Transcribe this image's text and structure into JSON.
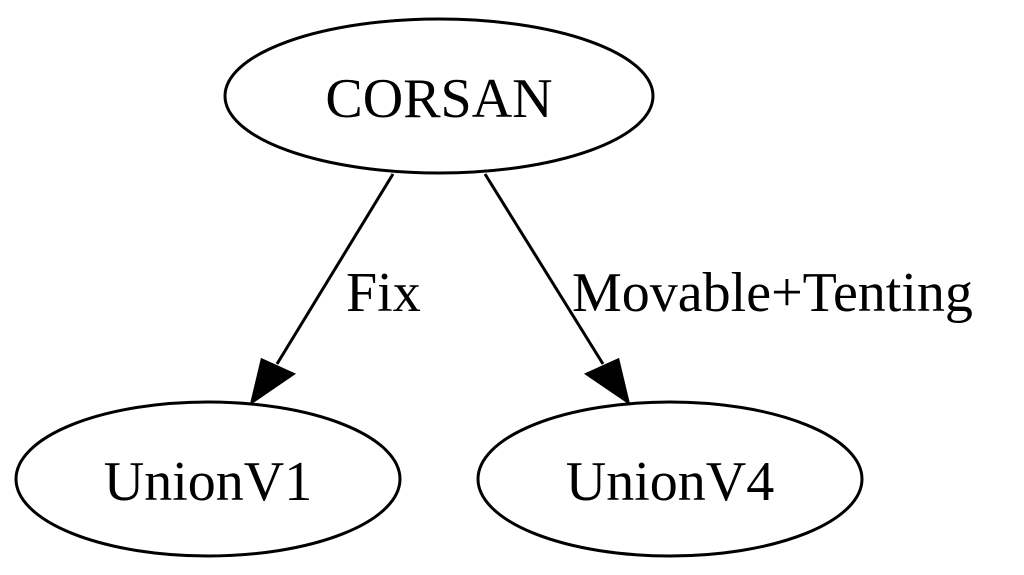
{
  "nodes": {
    "corsan": {
      "label": "CORSAN"
    },
    "union_v1": {
      "label": "UnionV1"
    },
    "union_v4": {
      "label": "UnionV4"
    }
  },
  "edges": {
    "corsan_to_union_v1": {
      "from": "CORSAN",
      "to": "UnionV1",
      "label": "Fix"
    },
    "corsan_to_union_v4": {
      "from": "CORSAN",
      "to": "UnionV4",
      "label": "Movable+Tenting"
    }
  },
  "colors": {
    "stroke": "#000000",
    "background": "#ffffff"
  }
}
